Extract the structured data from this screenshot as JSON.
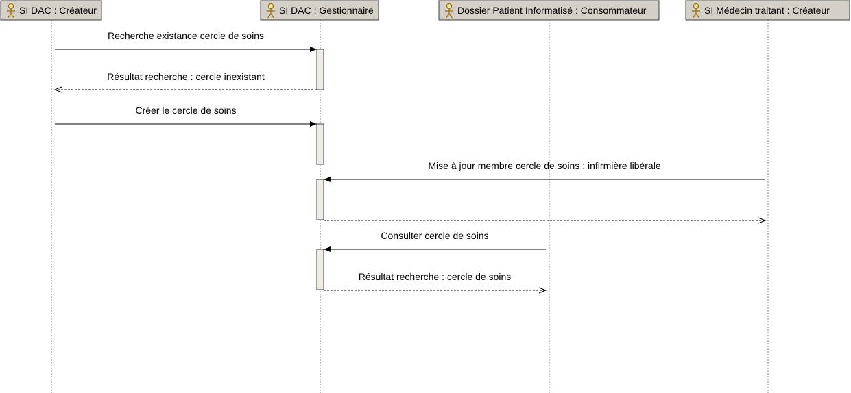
{
  "actors": [
    {
      "id": "sidac-createur",
      "label": "SI DAC : Créateur",
      "icon": "actor-stick-figure-icon"
    },
    {
      "id": "sidac-gestionnaire",
      "label": "SI DAC : Gestionnaire",
      "icon": "actor-stick-figure-icon"
    },
    {
      "id": "dpi-consommateur",
      "label": "Dossier Patient Informatisé : Consommateur",
      "icon": "actor-stick-figure-icon"
    },
    {
      "id": "medecin-createur",
      "label": "SI Médecin traitant : Créateur",
      "icon": "actor-stick-figure-icon"
    }
  ],
  "messages": [
    {
      "from": 0,
      "to": 1,
      "kind": "sync",
      "label": "Recherche existance cercle de soins"
    },
    {
      "from": 1,
      "to": 0,
      "kind": "reply",
      "label": "Résultat recherche : cercle inexistant"
    },
    {
      "from": 0,
      "to": 1,
      "kind": "sync",
      "label": "Créer le cercle de soins"
    },
    {
      "from": 3,
      "to": 1,
      "kind": "sync",
      "label": "Mise à jour membre cercle de soins : infirmière libérale"
    },
    {
      "from": 1,
      "to": 3,
      "kind": "reply",
      "label": ""
    },
    {
      "from": 2,
      "to": 1,
      "kind": "sync",
      "label": "Consulter cercle de soins"
    },
    {
      "from": 1,
      "to": 2,
      "kind": "reply",
      "label": "Résultat recherche : cercle de soins"
    }
  ],
  "colors": {
    "actor_fill": "#d4d0c8",
    "activation_fill": "#f0ece4",
    "actor_icon": "#a07000"
  }
}
